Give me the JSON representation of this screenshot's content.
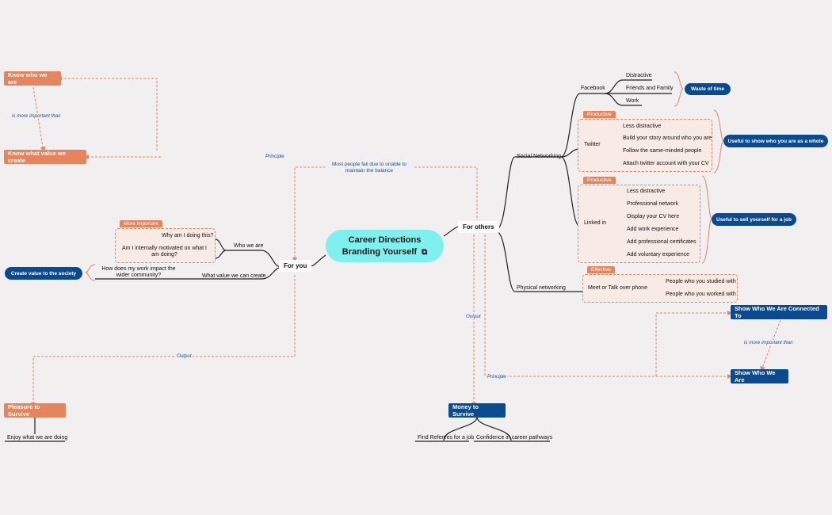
{
  "center": {
    "line1": "Career Directions",
    "line2": "Branding Yourself",
    "icon": "external-link-icon"
  },
  "branches": {
    "for_you": "For you",
    "for_others": "For others"
  },
  "for_you": {
    "who_we_are": {
      "label": "Who we are",
      "tag": "More important",
      "items": [
        "Why am I doing this?",
        "Am I internally motivated on what I am doing?"
      ]
    },
    "what_value": {
      "label": "What value we can create",
      "item": "How does my work impact the wider community?",
      "summary": "Create value to the society"
    }
  },
  "left_nodes": {
    "know_who": "Know who we are",
    "know_value": "Know what value we create",
    "is_more_important": "is more important than",
    "principle": "Principle",
    "output": "Output",
    "pleasure": "Pleasure to Survive",
    "enjoy": "Enjoy what we are doing"
  },
  "center_label": "Most people fail due to unable to maintain the  balance",
  "for_others": {
    "social": {
      "label": "Social Networking",
      "facebook": {
        "label": "Facebook",
        "items": [
          "Distractive",
          "Friends and Family",
          "Work"
        ],
        "summary": "Waste of time"
      },
      "twitter": {
        "label": "Twitter",
        "tag": "Productive",
        "items": [
          "Less distractive",
          "Build your story around who you are",
          "Follow the same-minded people",
          "Attach twitter account with your CV"
        ],
        "summary": "Useful to show who you are as a whole"
      },
      "linkedin": {
        "label": "Linked in",
        "tag": "Productive",
        "items": [
          "Less distractive",
          "Professional network",
          "Display your CV here",
          "Add work experience",
          "Add professional certificates",
          "Add voluntary experience"
        ],
        "summary": "Useful to sell yourself for a job"
      }
    },
    "physical": {
      "label": "Physical networking",
      "tag": "Effective",
      "meet": "Meet or Talk over phone",
      "items": [
        "People who you studied with",
        "People who you worked with"
      ]
    }
  },
  "right_nodes": {
    "show_connected": "Show Who We Are Connected To",
    "show_who": "Show Who We Are",
    "is_more_important": "is more important than",
    "principle": "Principle",
    "output": "Output",
    "money": "Money to Survive",
    "find_referees": "Find Referees for a job",
    "confidence": "Confidence in career pathways"
  },
  "colors": {
    "orange": "#e4855e",
    "blue": "#0b4a8f",
    "cyan": "#7ff0ed"
  }
}
